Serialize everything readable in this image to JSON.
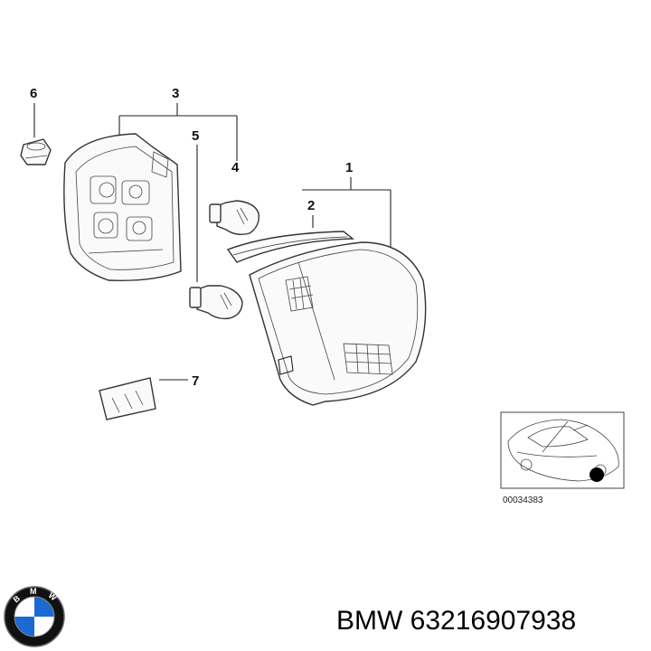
{
  "callouts": {
    "c1": "1",
    "c2": "2",
    "c3": "3",
    "c4": "4",
    "c5": "5",
    "c6": "6",
    "c7": "7"
  },
  "inset": {
    "reference_number": "00034383"
  },
  "caption": {
    "text": "BMW 63216907938"
  },
  "logo": {
    "letter_b": "B",
    "letter_m": "M",
    "letter_w": "W",
    "colors": {
      "blue": "#1c69d4",
      "white": "#ffffff",
      "ring": "#111111"
    }
  }
}
